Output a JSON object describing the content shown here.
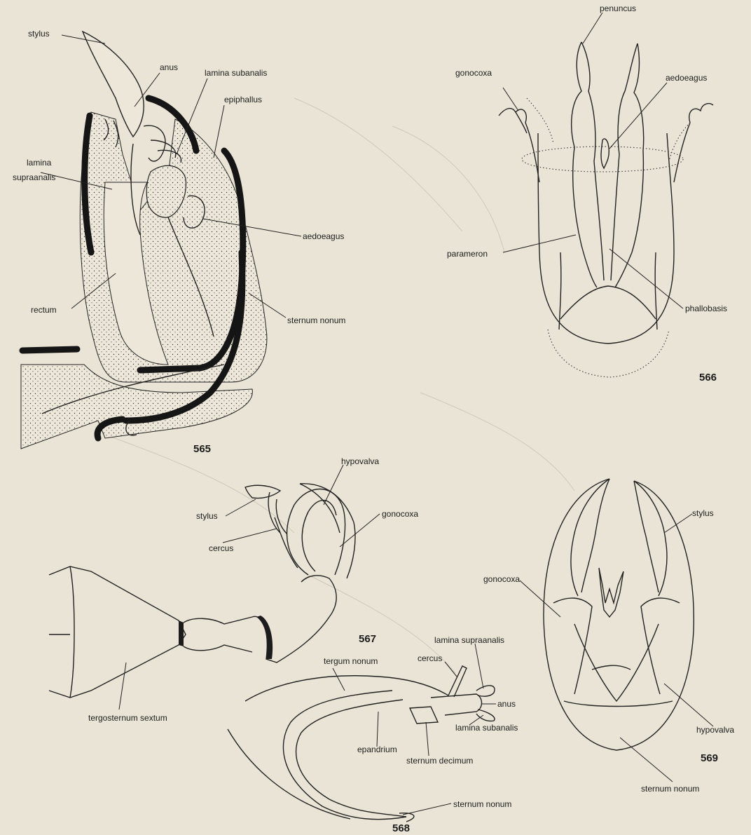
{
  "figures": {
    "f565": {
      "number": "565",
      "labels": {
        "stylus": "stylus",
        "anus": "anus",
        "lamina_subanalis": "lamina subanalis",
        "epiphallus": "epiphallus",
        "lamina_supraanalis_1": "lamina",
        "lamina_supraanalis_2": "supraanalis",
        "aedoeagus": "aedoeagus",
        "rectum": "rectum",
        "sternum_nonum": "sternum nonum"
      }
    },
    "f566": {
      "number": "566",
      "labels": {
        "penuncus": "penuncus",
        "gonocoxa": "gonocoxa",
        "aedoeagus": "aedoeagus",
        "parameron": "parameron",
        "phallobasis": "phallobasis"
      }
    },
    "f567": {
      "number": "567",
      "labels": {
        "hypovalva": "hypovalva",
        "stylus": "stylus",
        "gonocoxa": "gonocoxa",
        "cercus": "cercus",
        "tergosternum_sextum": "tergosternum sextum"
      }
    },
    "f568": {
      "number": "568",
      "labels": {
        "lamina_supraanalis": "lamina supraanalis",
        "cercus": "cercus",
        "tergum_nonum": "tergum nonum",
        "anus": "anus",
        "epandrium": "epandrium",
        "lamina_subanalis": "lamina subanalis",
        "sternum_decimum": "sternum decimum",
        "sternum_nonum": "sternum nonum"
      }
    },
    "f569": {
      "number": "569",
      "labels": {
        "stylus": "stylus",
        "gonocoxa": "gonocoxa",
        "hypovalva": "hypovalva",
        "sternum_nonum": "sternum nonum"
      }
    }
  }
}
